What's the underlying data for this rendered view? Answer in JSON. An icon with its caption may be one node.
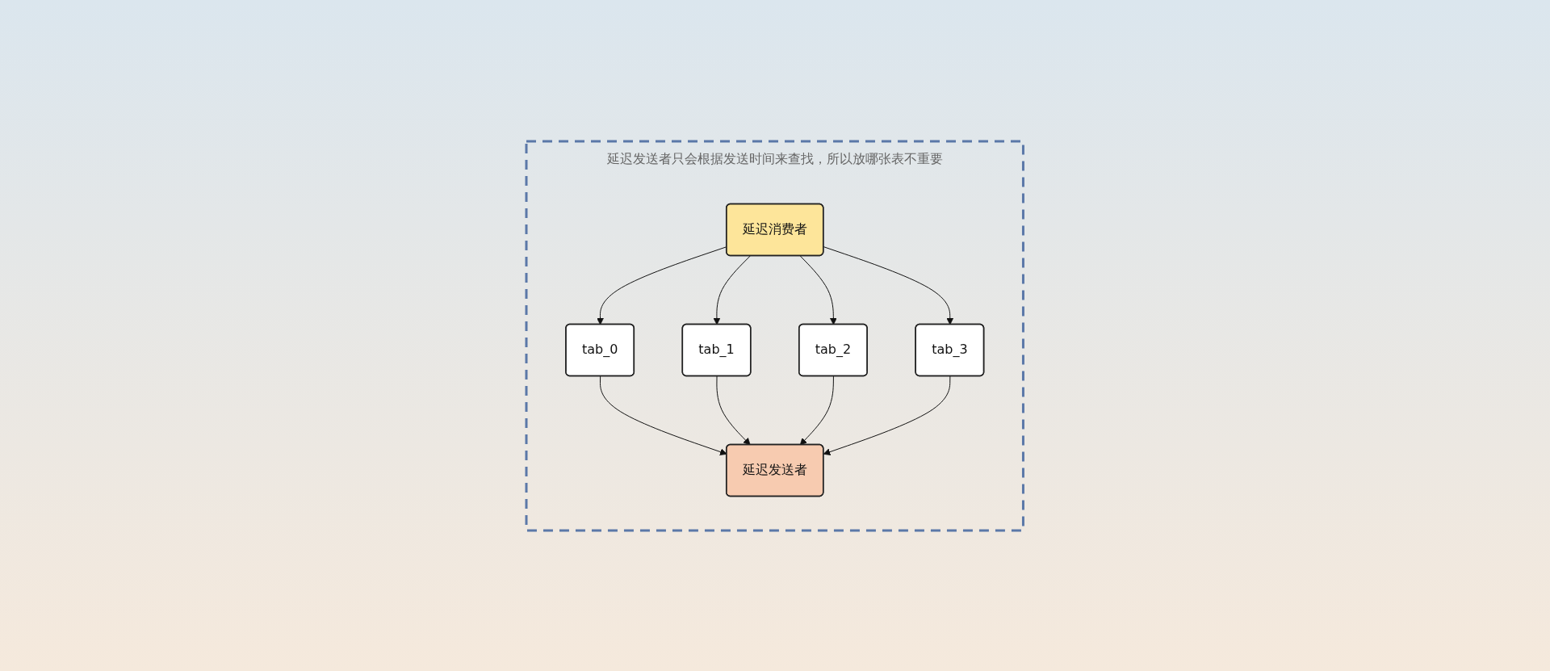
{
  "diagram": {
    "nodes": [
      {
        "text": [
          "延迟发送者只会根据发送时间来查找，所以放哪张表不重要"
        ]
      },
      {
        "text": [
          "延迟消费者"
        ],
        "in": 0
      },
      {
        "text": [
          "tab_0"
        ],
        "in": 0
      },
      {
        "text": [
          "tab_1"
        ],
        "in": 0
      },
      {
        "text": [
          "tab_2"
        ],
        "in": 0
      },
      {
        "text": [
          "tab_3"
        ],
        "in": 0
      },
      {
        "text": [
          "延迟发送者"
        ],
        "in": 0
      }
    ],
    "edges": [
      {
        "from": 1,
        "to": 2,
        "arrow": "to"
      },
      {
        "from": 1,
        "to": 3,
        "arrow": "to"
      },
      {
        "from": 1,
        "to": 4,
        "arrow": "to"
      },
      {
        "from": 1,
        "to": 5,
        "arrow": "to"
      },
      {
        "from": 2,
        "to": 6,
        "arrow": "to"
      },
      {
        "from": 3,
        "to": 6,
        "arrow": "to"
      },
      {
        "from": 4,
        "to": 6,
        "arrow": "to"
      },
      {
        "from": 5,
        "to": 6,
        "arrow": "to"
      }
    ]
  }
}
